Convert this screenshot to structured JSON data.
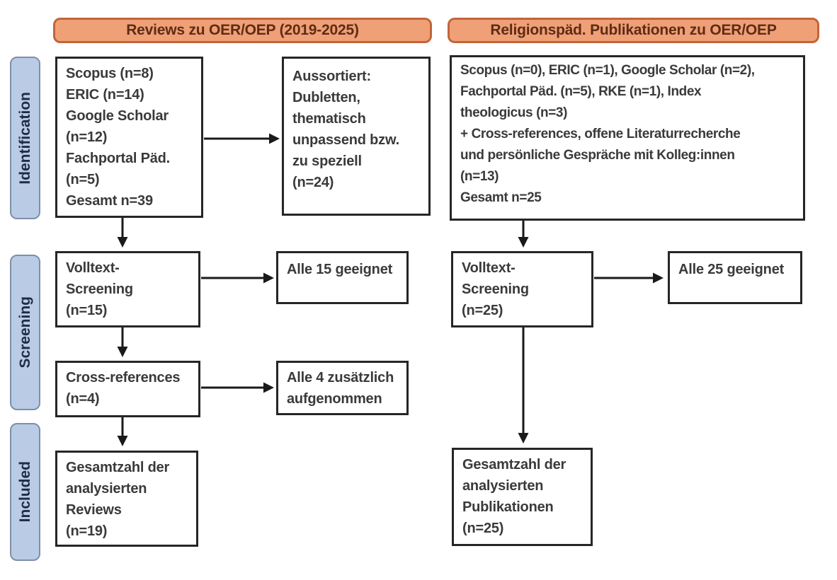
{
  "headers": {
    "left": "Reviews zu OER/OEP (2019-2025)",
    "right": "Religionspäd. Publikationen zu OER/OEP"
  },
  "stages": {
    "identification": "Identification",
    "screening": "Screening",
    "included": "Included"
  },
  "boxes": {
    "left_identification": "Scopus (n=8)\nERIC (n=14)\nGoogle Scholar\n(n=12)\nFachportal Päd.\n(n=5)\nGesamt n=39",
    "left_excluded": "Aussortiert:\nDubletten,\nthematisch\nunpassend bzw.\nzu speziell\n(n=24)",
    "right_identification": "Scopus (n=0), ERIC (n=1), Google Scholar (n=2),\nFachportal Päd. (n=5), RKE (n=1), Index\ntheologicus (n=3)\n+ Cross-references, offene Literaturrecherche\nund persönliche Gespräche mit Kolleg:innen\n(n=13)\nGesamt n=25",
    "left_fulltext": "Volltext-\nScreening\n(n=15)",
    "left_fulltext_result": "Alle 15 geeignet",
    "right_fulltext": "Volltext-\nScreening\n(n=25)",
    "right_fulltext_result": "Alle 25 geeignet",
    "left_crossref": "Cross-references\n(n=4)",
    "left_crossref_result": "Alle 4 zusätzlich\naufgenommen",
    "left_included": "Gesamtzahl der\nanalysierten\nReviews\n(n=19)",
    "right_included": "Gesamtzahl der\nanalysierten\nPublikationen\n(n=25)"
  },
  "colors": {
    "header_fill": "#efa077",
    "header_border": "#c2653a",
    "header_text": "#5f2b14",
    "stage_fill": "#b9cbe5",
    "stage_border": "#7e8fa9",
    "stage_text": "#1e2c48",
    "box_border": "#262626",
    "box_text": "#3a3a3a",
    "arrow": "#1a1a1a"
  }
}
